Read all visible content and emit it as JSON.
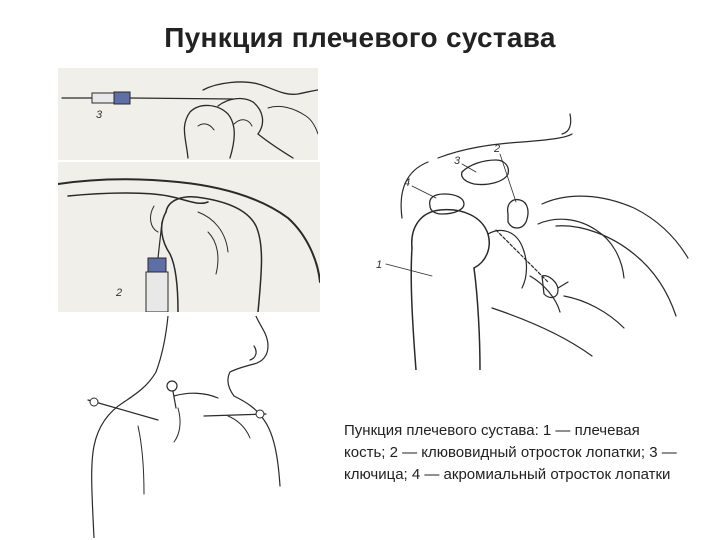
{
  "slide": {
    "title": "Пункция плечевого сустава",
    "caption": "Пункция плечевого сустава: 1 — плечевая кость; 2 — клювовидный отросток лопатки; 3 — ключица; 4 — акромиальный отросток лопатки"
  },
  "figures": {
    "top_left_label": "3",
    "middle_left_label": "2",
    "right_labels": [
      "1",
      "2",
      "3",
      "4"
    ]
  },
  "colors": {
    "text": "#222222",
    "line": "#2a2a2a",
    "drawing_bg": "#f1efe9"
  }
}
